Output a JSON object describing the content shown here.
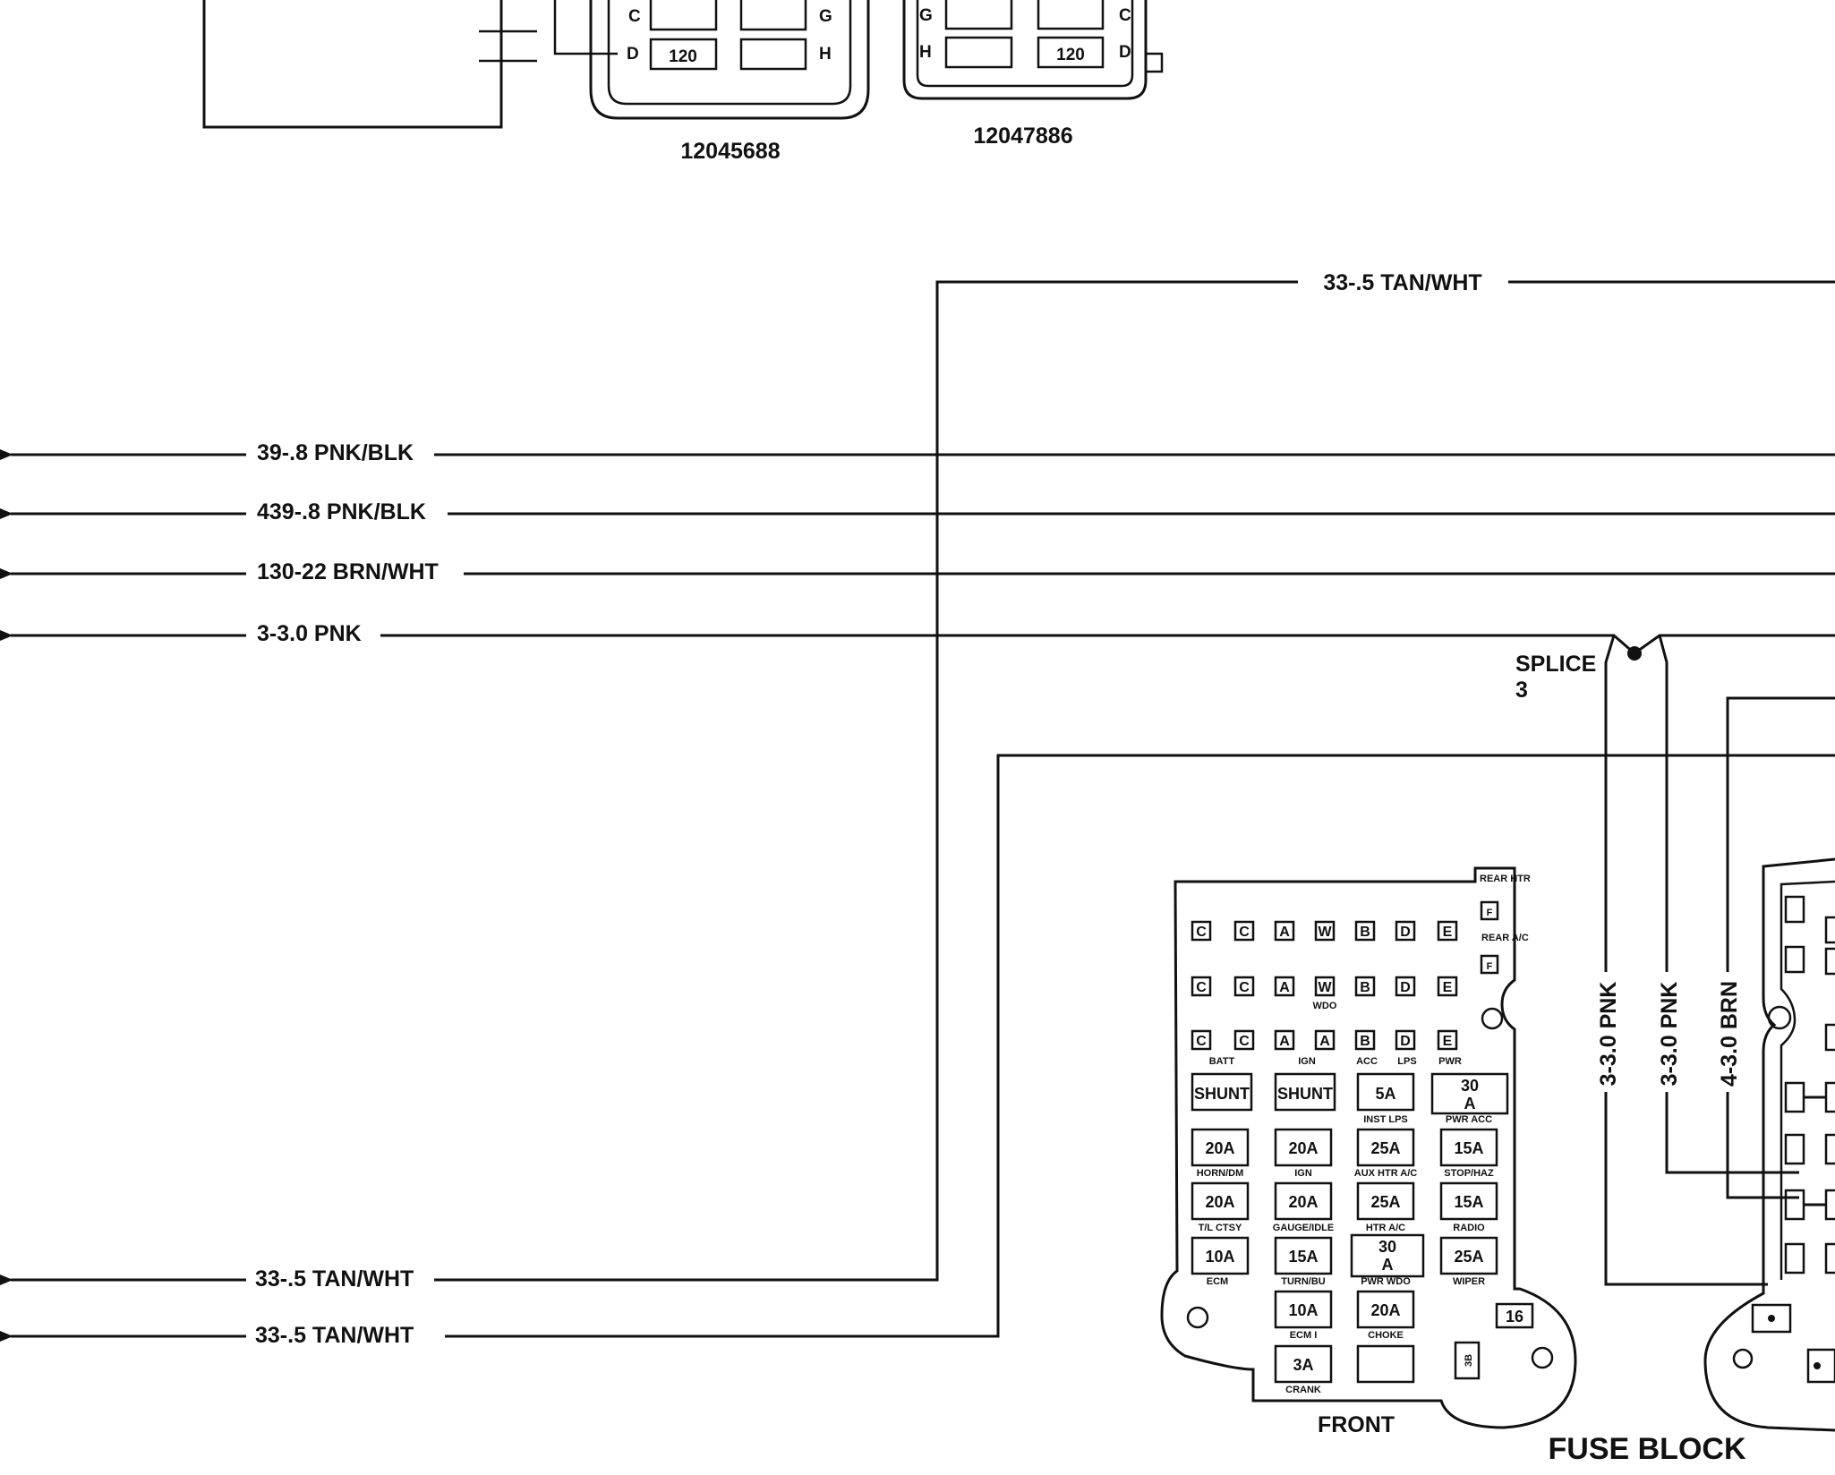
{
  "relays": {
    "left": {
      "part_number": "12045688",
      "pins": {
        "c": "C",
        "d": "D",
        "g": "G",
        "h": "H"
      },
      "value": "120"
    },
    "right": {
      "part_number": "12047886",
      "pins": {
        "g": "G",
        "h": "H",
        "c": "C",
        "d": "D"
      },
      "value": "120"
    }
  },
  "wires": {
    "top": "33-.5 TAN/WHT",
    "w1": "39-.8 PNK/BLK",
    "w2": "439-.8 PNK/BLK",
    "w3": "130-22 BRN/WHT",
    "w4": "3-3.0 PNK",
    "w5": "33-.5 TAN/WHT",
    "w6": "33-.5 TAN/WHT",
    "v1": "3-3.0 PNK",
    "v2": "3-3.0 PNK",
    "v3": "4-3.0 BRN"
  },
  "splice": {
    "label": "SPLICE",
    "number": "3"
  },
  "fuse_block": {
    "title": "FUSE BLOCK",
    "view": "FRONT",
    "terminal_rows": [
      [
        "C",
        "C",
        "A",
        "W",
        "B",
        "D",
        "E"
      ],
      [
        "C",
        "C",
        "A",
        "W",
        "B",
        "D",
        "E"
      ],
      [
        "C",
        "C",
        "A",
        "A",
        "B",
        "D",
        "E"
      ]
    ],
    "wdo": "WDO",
    "rear_htr": "REAR HTR",
    "rear_ac": "REAR A/C",
    "f1": "F",
    "f2": "F",
    "col_labels": {
      "batt": "BATT",
      "ign": "IGN",
      "acc": "ACC",
      "lps": "LPS",
      "pwr": "PWR"
    },
    "fuses": {
      "shunt1": "SHUNT",
      "shunt2": "SHUNT",
      "f5a": "5A",
      "f30a": "30",
      "f30a_unit": "A",
      "r2c1": "20A",
      "r2c2": "20A",
      "r2c3": "25A",
      "r2c4": "15A",
      "r3c1": "20A",
      "r3c2": "20A",
      "r3c3": "25A",
      "r3c4": "15A",
      "r4c1": "10A",
      "r4c2": "15A",
      "r4c3": "30",
      "r4c3_unit": "A",
      "r4c4": "25A",
      "r5c2": "10A",
      "r5c3": "20A",
      "r6c2": "3A"
    },
    "circuits": {
      "inst_lps": "INST LPS",
      "pwr_acc": "PWR ACC",
      "horn_dm": "HORN/DM",
      "ign2": "IGN",
      "aux_htr_ac": "AUX HTR A/C",
      "stop_haz": "STOP/HAZ",
      "tl_ctsy": "T/L CTSY",
      "gauge_idle": "GAUGE/IDLE",
      "htr_ac": "HTR A/C",
      "radio": "RADIO",
      "ecm": "ECM",
      "turn_bu": "TURN/BU",
      "pwr_wdo": "PWR WDO",
      "wiper": "WIPER",
      "ecm1": "ECM I",
      "choke": "CHOKE",
      "crank": "CRANK"
    },
    "t16": "16",
    "t3b": "3B"
  }
}
